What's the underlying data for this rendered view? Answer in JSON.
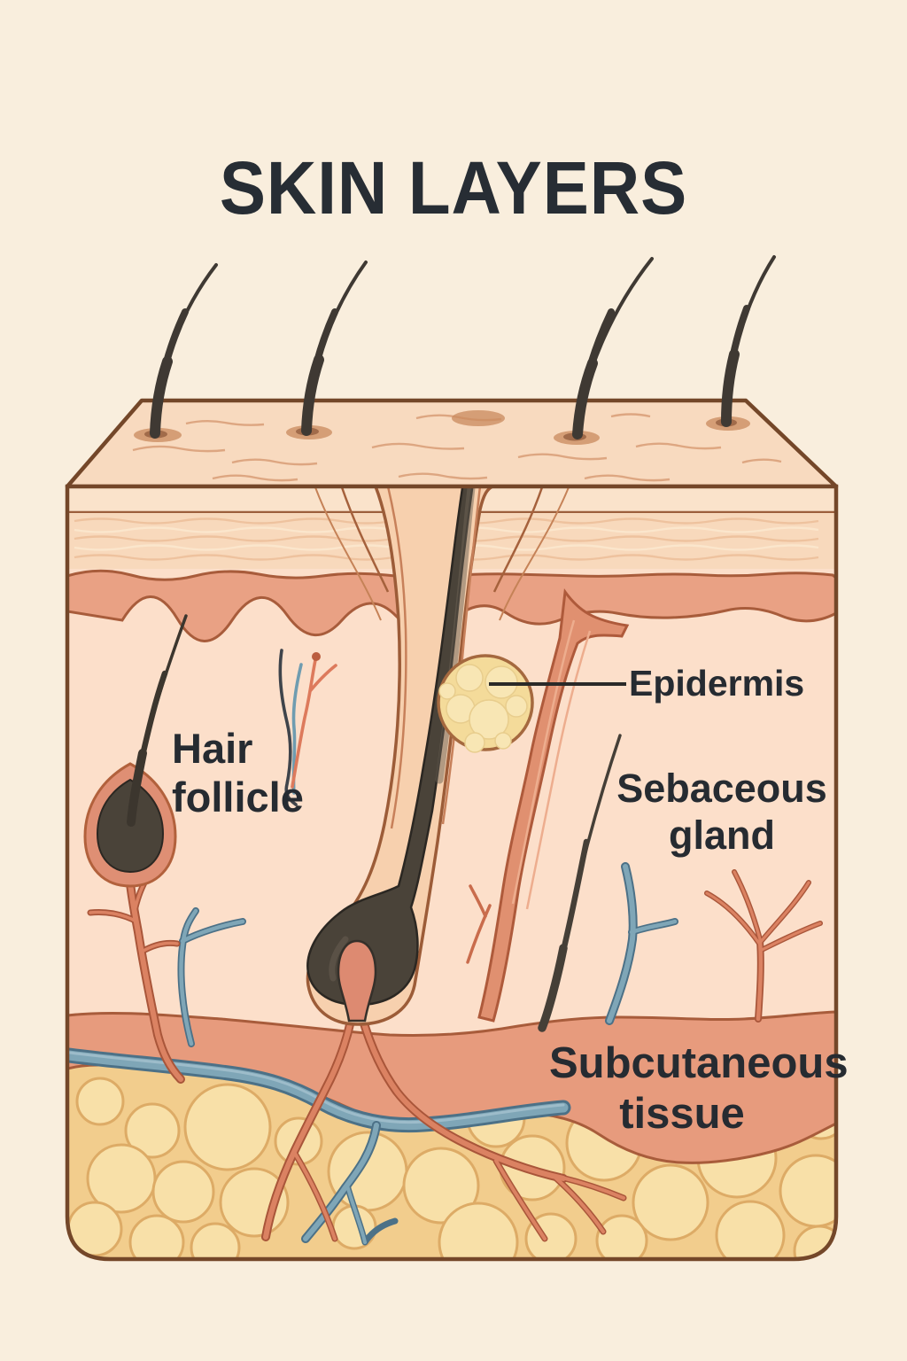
{
  "title": "SKIN LAYERS",
  "diagram": {
    "type": "skin-cross-section-illustration",
    "labels": {
      "epidermis": "Epidermis",
      "hair_follicle": "Hair\nfollicle",
      "sebaceous_gland": "Sebaceous\ngland",
      "subcutaneous_tissue": "Subcutaneous\ntissue"
    },
    "parts": [
      "hair-shaft",
      "hair-follicle",
      "sebaceous-gland",
      "arrector-pili-muscle",
      "epidermis-layers",
      "dermis",
      "subcutaneous-tissue",
      "fat-lobules",
      "vein",
      "artery",
      "nerve"
    ],
    "colors": {
      "background": "#f9eedd",
      "outline_brown": "#744729",
      "top_face_peach": "#f8dabf",
      "epidermis_peach": "#f8d9bc",
      "basal_band_salmon": "#e9a184",
      "dermis_pink": "#fcdfca",
      "subcutaneous_salmon": "#e79b7d",
      "fat_yellow": "#f2cd8d",
      "fat_lobule_yellow": "#f8e0a8",
      "vein_blue": "#7fa6b7",
      "artery_red": "#db8262",
      "hair_dark": "#4a4339",
      "sebaceous_yellow": "#f4db9a",
      "text_dark": "#262b31"
    }
  }
}
